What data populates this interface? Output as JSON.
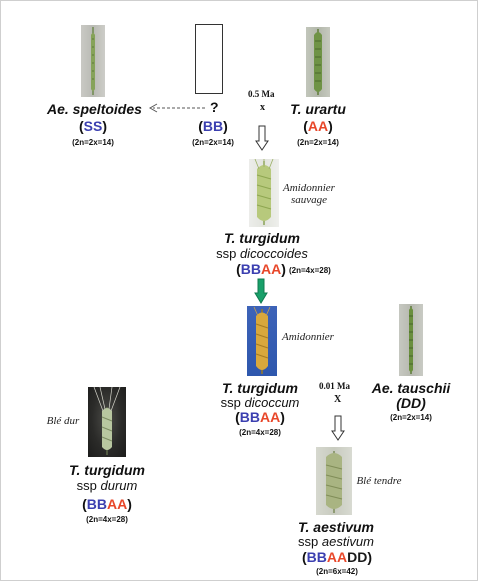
{
  "colors": {
    "B": "#3b3fb0",
    "S": "#3b3fb0",
    "A": "#e8472a",
    "D": "#1a1a1a",
    "green_arrow": "#19a06a"
  },
  "speltoides": {
    "name": "Ae. speltoides",
    "genome_parts": [
      {
        "t": "(",
        "c": "paren"
      },
      {
        "t": "SS",
        "c": "S"
      },
      {
        "t": ")",
        "c": "paren"
      }
    ],
    "ploidy": "(2n=2x=14)",
    "image_icon": "wheat-ear-photo"
  },
  "unknown": {
    "label": "?",
    "genome_parts": [
      {
        "t": "(",
        "c": "paren"
      },
      {
        "t": "BB",
        "c": "B"
      },
      {
        "t": ")",
        "c": "paren"
      }
    ],
    "ploidy": "(2n=2x=14)"
  },
  "urartu": {
    "name": "T. urartu",
    "genome_parts": [
      {
        "t": "(",
        "c": "paren"
      },
      {
        "t": "AA",
        "c": "A"
      },
      {
        "t": ")",
        "c": "paren"
      }
    ],
    "ploidy": "(2n=2x=14)",
    "image_icon": "wheat-ear-photo"
  },
  "cross1": {
    "age": "0.5 Ma",
    "symbol": "x"
  },
  "dicoccoides": {
    "note": "Amidonnier sauvage",
    "name": "T. turgidum",
    "ssp_word": "ssp",
    "ssp_name": "dicoccoides",
    "genome_parts": [
      {
        "t": "(",
        "c": "paren"
      },
      {
        "t": "BB",
        "c": "B"
      },
      {
        "t": "AA",
        "c": "A"
      },
      {
        "t": ")",
        "c": "paren"
      }
    ],
    "ploidy": "(2n=4x=28)",
    "image_icon": "wheat-ear-photo"
  },
  "dicoccum": {
    "note": "Amidonnier",
    "name": "T. turgidum",
    "ssp_word": "ssp",
    "ssp_name": "dicoccum",
    "genome_parts": [
      {
        "t": "(",
        "c": "paren"
      },
      {
        "t": "BB",
        "c": "B"
      },
      {
        "t": "AA",
        "c": "A"
      },
      {
        "t": ")",
        "c": "paren"
      }
    ],
    "ploidy": "(2n=4x=28)",
    "image_icon": "wheat-ear-photo"
  },
  "tauschii": {
    "name": "Ae. tauschii",
    "genome_text": "(DD)",
    "ploidy": "(2n=2x=14)",
    "image_icon": "wheat-ear-photo"
  },
  "cross2": {
    "age": "0.01 Ma",
    "symbol": "X"
  },
  "durum": {
    "note": "Blé dur",
    "name": "T. turgidum",
    "ssp_word": "ssp",
    "ssp_name": "durum",
    "genome_parts": [
      {
        "t": "(",
        "c": "paren"
      },
      {
        "t": "BB",
        "c": "B"
      },
      {
        "t": "AA",
        "c": "A"
      },
      {
        "t": ")",
        "c": "paren"
      }
    ],
    "ploidy": "(2n=4x=28)",
    "image_icon": "wheat-ear-photo"
  },
  "aestivum": {
    "note": "Blé tendre",
    "name": "T. aestivum",
    "ssp_word": "ssp",
    "ssp_name": "aestivum",
    "genome_parts": [
      {
        "t": "(",
        "c": "paren"
      },
      {
        "t": "BB",
        "c": "B"
      },
      {
        "t": "AA",
        "c": "A"
      },
      {
        "t": "DD",
        "c": "D"
      },
      {
        "t": ")",
        "c": "paren"
      }
    ],
    "ploidy": "(2n=6x=42)",
    "image_icon": "wheat-ear-photo"
  }
}
